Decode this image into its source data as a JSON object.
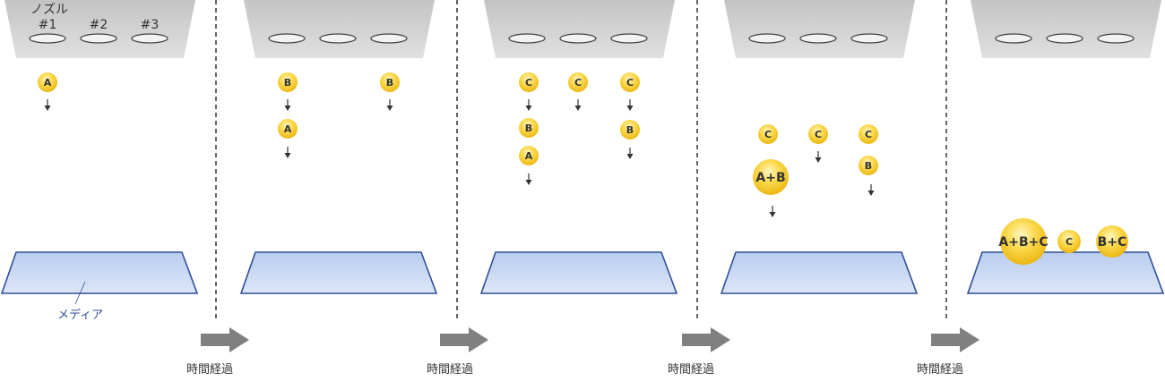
{
  "labels": {
    "nozzle": "ノズル",
    "nozzle_numbers": [
      "#1",
      "#2",
      "#3"
    ],
    "media": "メディア",
    "time_elapsed": "時間経過"
  },
  "panels": [
    {
      "droplets": [
        "A"
      ]
    },
    {
      "droplets": [
        "B",
        "A",
        "B"
      ]
    },
    {
      "droplets": [
        "C",
        "B",
        "A",
        "C",
        "C",
        "B"
      ]
    },
    {
      "droplets": [
        "C",
        "A+B",
        "C",
        "C",
        "B"
      ]
    },
    {
      "droplets": [
        "A+B+C",
        "C",
        "B+C"
      ]
    }
  ],
  "colors": {
    "droplet": "#f5c518",
    "media_fill": "#c9d8f0",
    "media_stroke": "#2f4f99",
    "head": "#cfcfcf",
    "arrow": "#808080"
  }
}
